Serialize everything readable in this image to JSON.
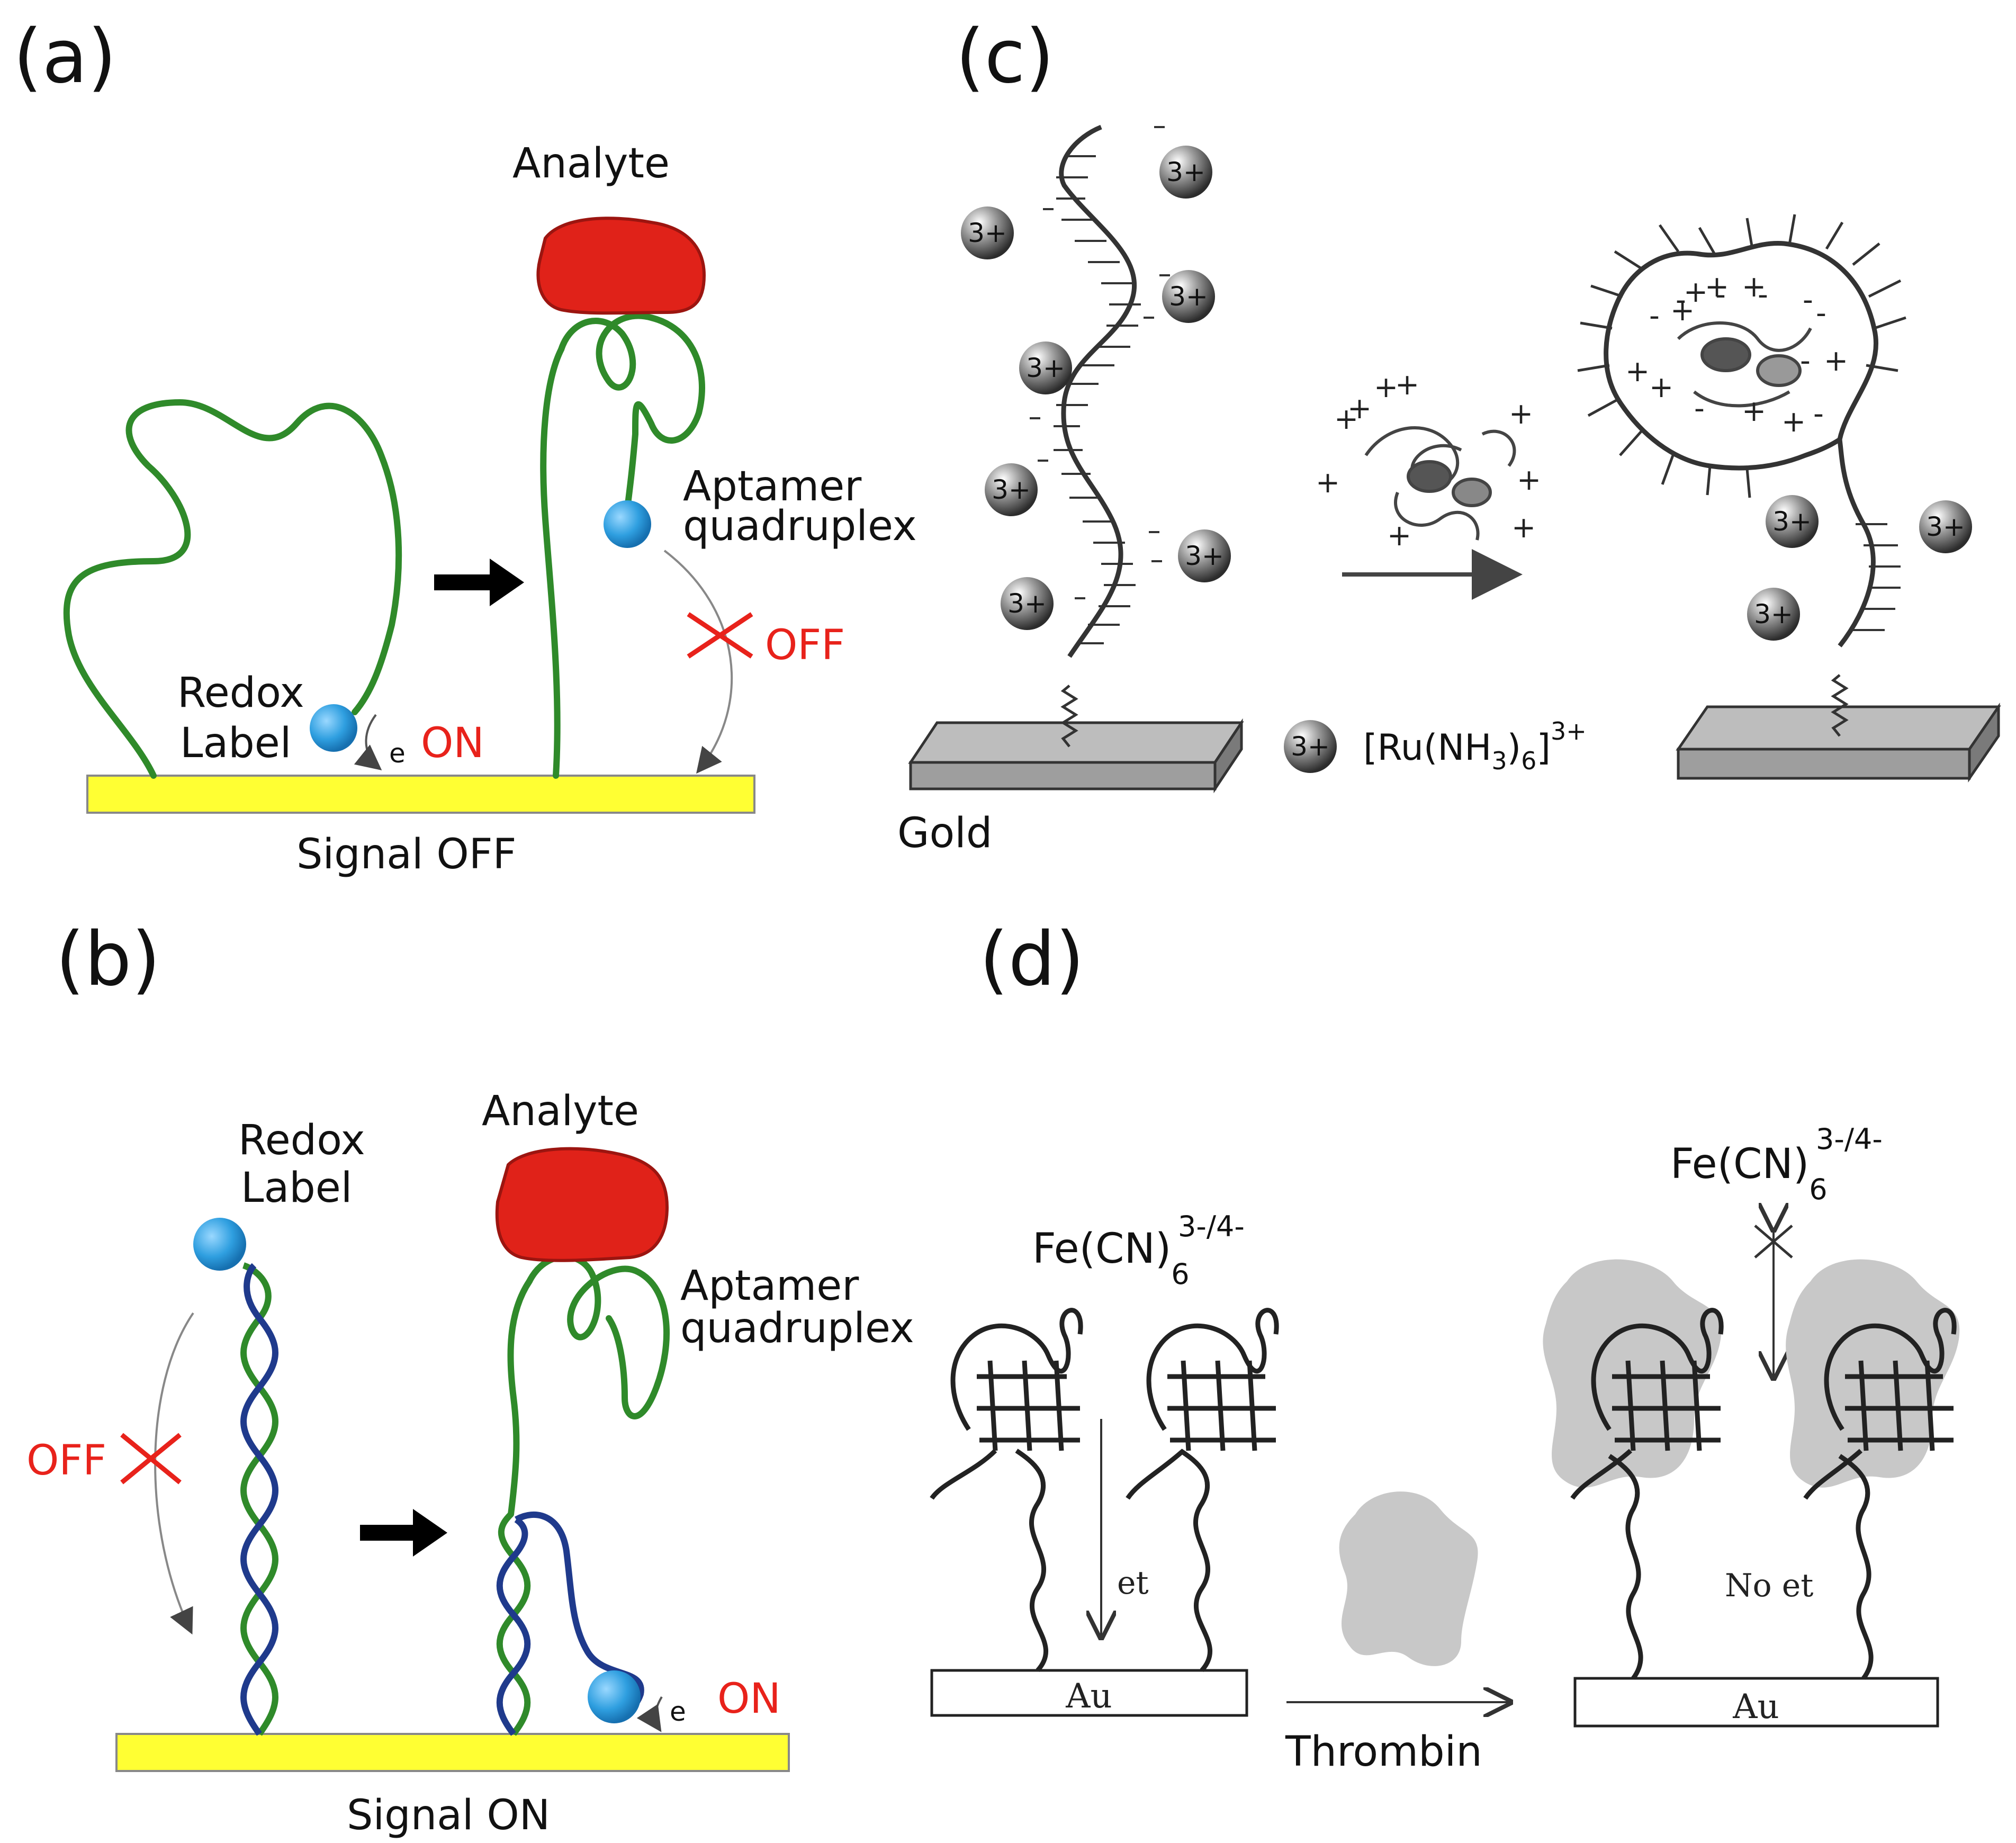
{
  "colors": {
    "strand_green": "#2f8a2a",
    "strand_blue": "#1f3a8c",
    "redox_blue": "#2f9fe0",
    "analyte_red": "#e02219",
    "electrode_yellow": "#ffff33",
    "signal_red": "#e8221b",
    "thrombin_gray": "#c8c8c8",
    "ru_sphere": "#8a8a8a"
  },
  "panel_a": {
    "letter": "(a)",
    "analyte": "Analyte",
    "aptamer_line1": "Aptamer",
    "aptamer_line2": "quadruplex",
    "off": "OFF",
    "redox_line1": "Redox",
    "redox_line2": "Label",
    "e": "e",
    "on": "ON",
    "signal": "Signal OFF"
  },
  "panel_b": {
    "letter": "(b)",
    "redox_line1": "Redox",
    "redox_line2": "Label",
    "analyte": "Analyte",
    "aptamer_line1": "Aptamer",
    "aptamer_line2": "quadruplex",
    "off": "OFF",
    "e": "e",
    "on": "ON",
    "signal": "Signal ON"
  },
  "panel_c": {
    "letter": "(c)",
    "ion_label": "3+",
    "gold": "Gold",
    "ru_formula": "[Ru(NH",
    "ru_sub3": "3",
    "ru_close": ")",
    "ru_sub6": "6",
    "ru_bracket": "]",
    "ru_charge": "3+"
  },
  "panel_d": {
    "letter": "(d)",
    "fe": "Fe(CN)",
    "fe_sub": "6",
    "fe_sup": "3-/4-",
    "et": "et",
    "no_et": "No et",
    "au": "Au",
    "thrombin": "Thrombin"
  }
}
